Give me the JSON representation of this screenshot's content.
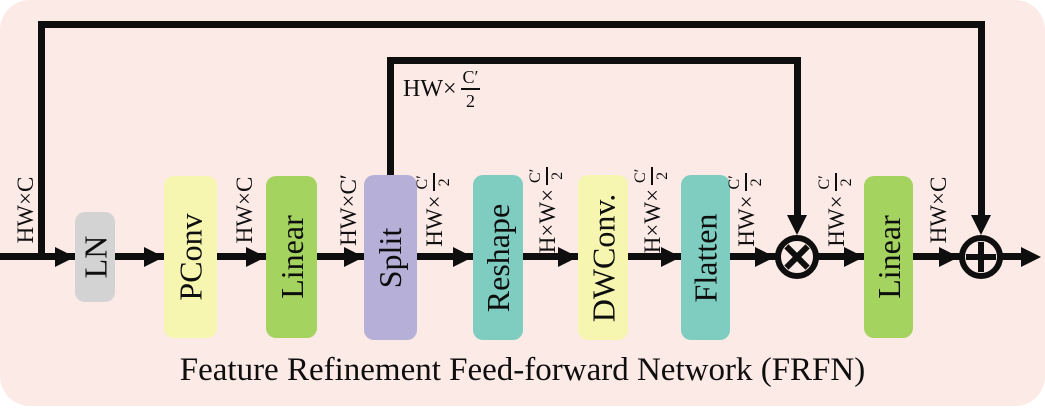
{
  "figure": {
    "caption": "Feature Refinement Feed-forward Network (FRFN)",
    "colors": {
      "panel_background": "#fceae6",
      "line": "#0e0e0e",
      "yellow_block": "#f6f6b0",
      "green_block": "#a4d35f",
      "purple_block": "#b6b0d8",
      "teal_block": "#7ecdc0",
      "gray_block": "#d3d3d3"
    }
  },
  "blocks": [
    {
      "label": "LN",
      "color": "#d3d3d3"
    },
    {
      "label": "PConv",
      "color": "#f6f6b0"
    },
    {
      "label": "Linear",
      "color": "#a4d35f"
    },
    {
      "label": "Split",
      "color": "#b6b0d8"
    },
    {
      "label": "Reshape",
      "color": "#7ecdc0"
    },
    {
      "label": "DWConv.",
      "color": "#f6f6b0"
    },
    {
      "label": "Flatten",
      "color": "#7ecdc0"
    },
    {
      "label": "Linear",
      "color": "#a4d35f"
    }
  ],
  "operators": {
    "multiply": "circle-multiply",
    "add": "circle-plus"
  },
  "edge_labels": {
    "input": {
      "prefix": "HW×C"
    },
    "after_pconv": {
      "prefix": "HW×C"
    },
    "after_linear1": {
      "prefix": "HW×C′"
    },
    "split_branch": {
      "prefix": "HW×",
      "num": "C′",
      "den": "2"
    },
    "after_split": {
      "prefix": "HW×",
      "num": "C′",
      "den": "2"
    },
    "after_reshape": {
      "prefix": "H×W×",
      "num": "C′",
      "den": "2"
    },
    "after_dwconv": {
      "prefix": "H×W×",
      "num": "C′",
      "den": "2"
    },
    "after_flatten": {
      "prefix": "HW×",
      "num": "C′",
      "den": "2"
    },
    "after_multiply": {
      "prefix": "HW×",
      "num": "C′",
      "den": "2"
    },
    "after_linear2": {
      "prefix": "HW×C"
    }
  }
}
